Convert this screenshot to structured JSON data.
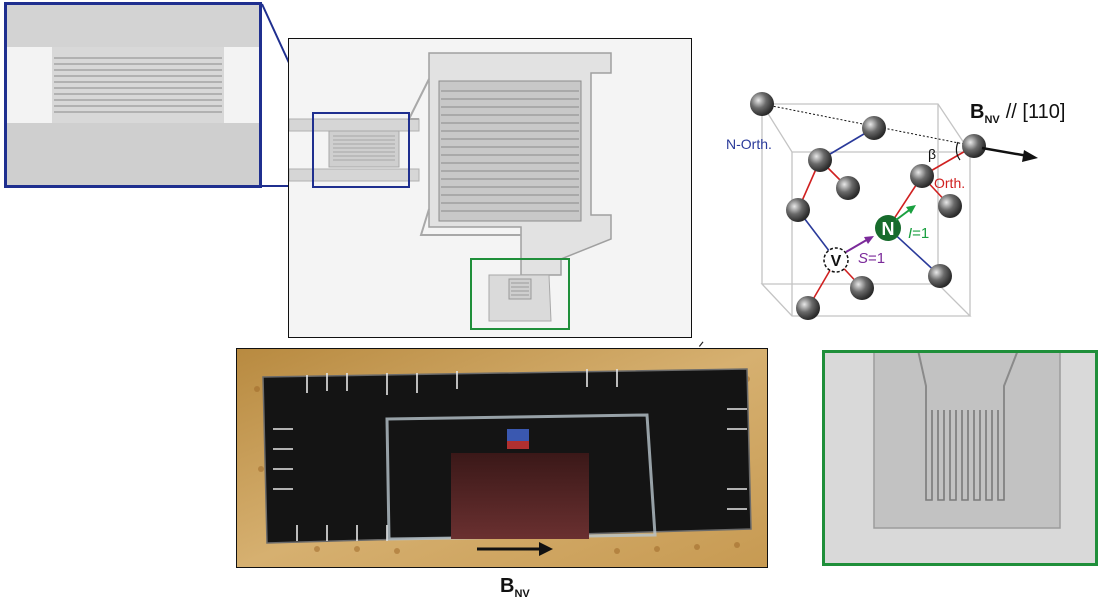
{
  "lattice": {
    "bnv_symbol": "B",
    "bnv_subscript": "NV",
    "bnv_direction": "// [110]",
    "n_orth_label": "N-Orth.",
    "orth_label": "Orth.",
    "angle_label": "β",
    "n_atom_label": "N",
    "v_site_label": "V",
    "s_label_italic": "S",
    "s_label_value": "=1",
    "i_label_italic": "I",
    "i_label_value": "=1"
  },
  "photo": {
    "field_symbol": "B",
    "field_subscript": "NV"
  },
  "colors": {
    "blue_frame": "#1f2f8f",
    "green_frame": "#1f8f3a",
    "n_bond_blue": "#2a3a9a",
    "orth_bond_red": "#d02020",
    "n_atom_green": "#176b2c",
    "spin_purple": "#7b2a9a",
    "nuclear_spin_green": "#1aa040",
    "chip_black": "#141414",
    "pcb_gold": "#c8a05a"
  }
}
